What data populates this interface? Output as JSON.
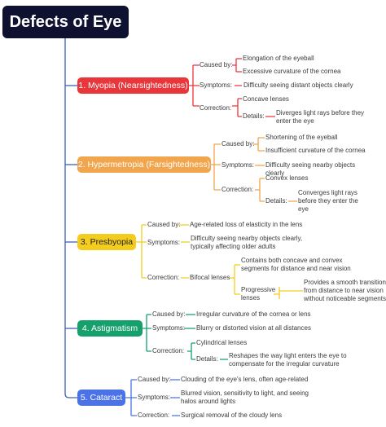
{
  "root": "Defects of Eye",
  "colors": {
    "spine": "#3c62b5",
    "myopia": "#e8363b",
    "hypermetropia": "#f1a54d",
    "presbyopia": "#f3cc1d",
    "astigmatism": "#16a06b",
    "cataract": "#4c72e8"
  },
  "topics": [
    {
      "title": "1. Myopia (Nearsightedness)",
      "caused_label": "Caused by:",
      "causes": [
        "Elongation of the eyeball",
        "Excessive curvature of the cornea"
      ],
      "symptoms_label": "Symptoms:",
      "symptoms": "Difficulty seeing distant objects clearly",
      "correction_label": "Correction:",
      "lens": "Concave lenses",
      "details_label": "Details:",
      "details": [
        "Diverges light rays before they",
        "enter the eye"
      ]
    },
    {
      "title": "2. Hypermetropia (Farsightedness)",
      "caused_label": "Caused by:",
      "causes": [
        "Shortening of the eyeball",
        "Insufficient curvature of the cornea"
      ],
      "symptoms_label": "Symptoms:",
      "symptoms": [
        "Difficulty seeing nearby objects",
        "clearly"
      ],
      "correction_label": "Correction:",
      "lens": "Convex lenses",
      "details_label": "Details:",
      "details": [
        "Converges light rays",
        "before they enter the",
        "eye"
      ]
    },
    {
      "title": "3. Presbyopia",
      "caused_label": "Caused by:",
      "causes": "Age-related loss of elasticity in the lens",
      "symptoms_label": "Symptoms:",
      "symptoms": [
        "Difficulty seeing nearby objects clearly,",
        "typically affecting older adults"
      ],
      "correction_label": "Correction:",
      "lens": "Bifocal lenses",
      "bifocal": [
        "Contains both concave and convex",
        "segments for distance and near vision"
      ],
      "progressive": [
        "Progressive",
        "lenses"
      ],
      "progressive_details": [
        "Provides a smooth transition",
        "from distance to near vision",
        "without noticeable segments"
      ]
    },
    {
      "title": "4. Astigmatism",
      "caused_label": "Caused by:",
      "causes": "Irregular curvature of the cornea or lens",
      "symptoms_label": "Symptoms:",
      "symptoms": "Blurry or distorted vision at all distances",
      "correction_label": "Correction:",
      "lens": "Cylindrical lenses",
      "details_label": "Details:",
      "details": [
        "Reshapes the way light enters the eye to",
        "compensate for the irregular curvature"
      ]
    },
    {
      "title": "5. Cataract",
      "caused_label": "Caused by:",
      "causes": "Clouding of the eye's lens, often age-related",
      "symptoms_label": "Symptoms:",
      "symptoms": [
        "Blurred vision, sensitivity to light, and seeing",
        "halos around lights"
      ],
      "correction_label": "Correction:",
      "correction": "Surgical removal of the cloudy lens"
    }
  ]
}
